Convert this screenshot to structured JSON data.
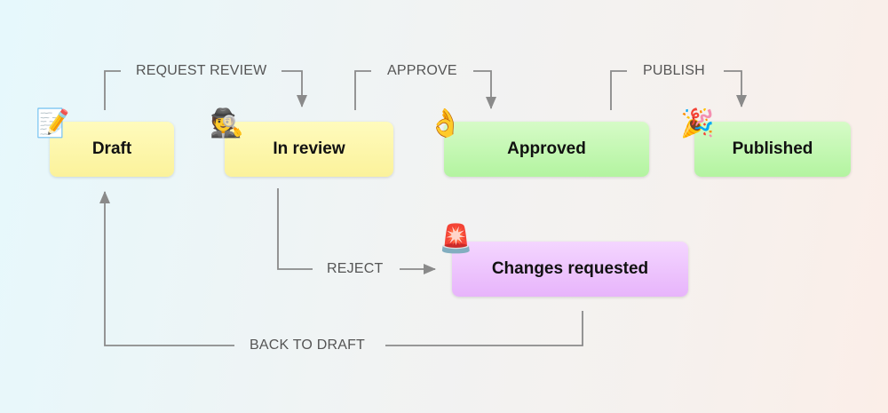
{
  "nodes": {
    "draft": {
      "label": "Draft",
      "icon": "memo-pencil-icon",
      "emoji": "📝"
    },
    "in_review": {
      "label": "In review",
      "icon": "detective-icon",
      "emoji": "🕵"
    },
    "approved": {
      "label": "Approved",
      "icon": "ok-hand-icon",
      "emoji": "👌"
    },
    "published": {
      "label": "Published",
      "icon": "party-popper-icon",
      "emoji": "🎉"
    },
    "changes_requested": {
      "label": "Changes requested",
      "icon": "police-light-icon",
      "emoji": "🚨"
    }
  },
  "edges": {
    "request_review": "REQUEST REVIEW",
    "approve": "APPROVE",
    "publish": "PUBLISH",
    "reject": "REJECT",
    "back_to_draft": "BACK TO DRAFT"
  },
  "colors": {
    "state_pending": "#fbf29b",
    "state_done": "#b3f4a0",
    "state_attention": "#e7b4fb",
    "connector": "#8a8a8a"
  }
}
